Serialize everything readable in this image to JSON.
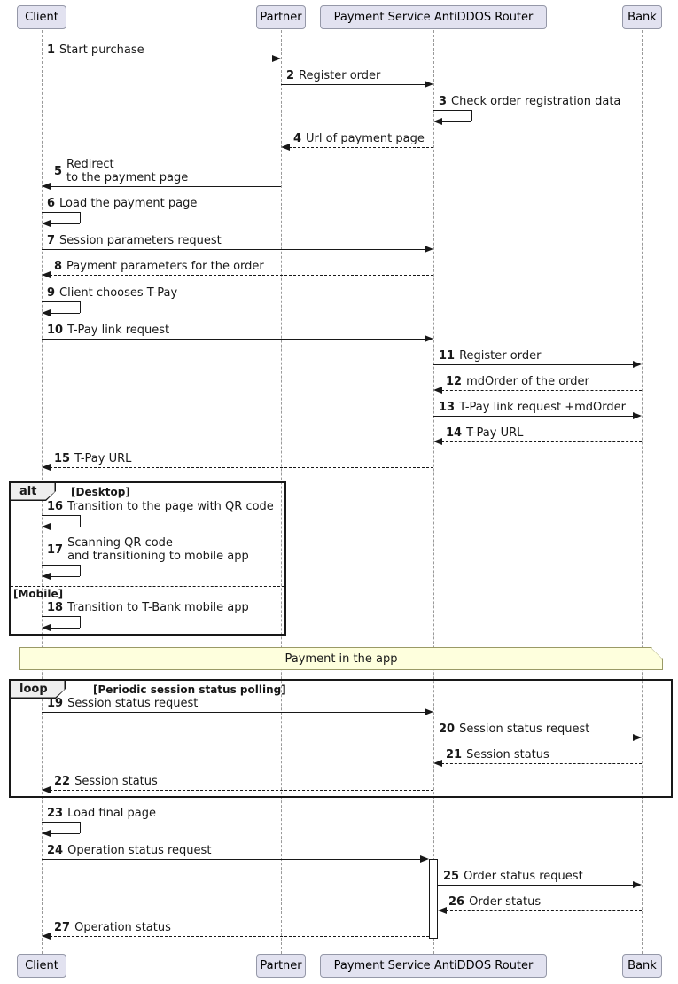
{
  "participants": [
    {
      "label": "Client"
    },
    {
      "label": "Partner"
    },
    {
      "label": "Payment Service AntiDDOS Router"
    },
    {
      "label": "Bank"
    }
  ],
  "frames": {
    "alt": {
      "keyword": "alt",
      "conditions": [
        "[Desktop]",
        "[Mobile]"
      ]
    },
    "loop": {
      "keyword": "loop",
      "condition": "[Periodic session status polling]"
    }
  },
  "note": {
    "text": "Payment in the app"
  },
  "colors": {
    "participant_fill": "#E2E2F0",
    "participant_border": "#9598A8",
    "note_fill": "#FEFFDD",
    "frame_border": "#181818",
    "frame_keyword_fill": "#EEEEEE",
    "lifeline": "#9A9A9A",
    "arrow": "#181818"
  },
  "messages": [
    {
      "num": "1",
      "text": "Start purchase",
      "from": "Client",
      "to": "Partner",
      "type": "solid"
    },
    {
      "num": "2",
      "text": "Register order",
      "from": "Partner",
      "to": "Payment Service AntiDDOS Router",
      "type": "solid"
    },
    {
      "num": "3",
      "text": "Check order registration data",
      "from": "Payment Service AntiDDOS Router",
      "to": "Payment Service AntiDDOS Router",
      "type": "self"
    },
    {
      "num": "4",
      "text": "Url of payment page",
      "from": "Payment Service AntiDDOS Router",
      "to": "Partner",
      "type": "return"
    },
    {
      "num": "5",
      "text": "Redirect\nto the payment page",
      "from": "Partner",
      "to": "Client",
      "type": "solid"
    },
    {
      "num": "6",
      "text": "Load the payment page",
      "from": "Client",
      "to": "Client",
      "type": "self"
    },
    {
      "num": "7",
      "text": "Session parameters request",
      "from": "Client",
      "to": "Payment Service AntiDDOS Router",
      "type": "solid"
    },
    {
      "num": "8",
      "text": "Payment parameters for the order",
      "from": "Payment Service AntiDDOS Router",
      "to": "Client",
      "type": "return"
    },
    {
      "num": "9",
      "text": "Client chooses T-Pay",
      "from": "Client",
      "to": "Client",
      "type": "self"
    },
    {
      "num": "10",
      "text": "T-Pay link request",
      "from": "Client",
      "to": "Payment Service AntiDDOS Router",
      "type": "solid"
    },
    {
      "num": "11",
      "text": "Register order",
      "from": "Payment Service AntiDDOS Router",
      "to": "Bank",
      "type": "solid"
    },
    {
      "num": "12",
      "text": "mdOrder of the order",
      "from": "Bank",
      "to": "Payment Service AntiDDOS Router",
      "type": "return"
    },
    {
      "num": "13",
      "text": "T-Pay link request +mdOrder",
      "from": "Payment Service AntiDDOS Router",
      "to": "Bank",
      "type": "solid"
    },
    {
      "num": "14",
      "text": "T-Pay URL",
      "from": "Bank",
      "to": "Payment Service AntiDDOS Router",
      "type": "return"
    },
    {
      "num": "15",
      "text": "T-Pay URL",
      "from": "Payment Service AntiDDOS Router",
      "to": "Client",
      "type": "return"
    },
    {
      "num": "16",
      "text": "Transition to the page with QR code",
      "from": "Client",
      "to": "Client",
      "type": "self"
    },
    {
      "num": "17",
      "text": "Scanning QR code\nand transitioning to mobile app",
      "from": "Client",
      "to": "Client",
      "type": "self"
    },
    {
      "num": "18",
      "text": "Transition to T-Bank mobile app",
      "from": "Client",
      "to": "Client",
      "type": "self"
    },
    {
      "num": "19",
      "text": "Session status request",
      "from": "Client",
      "to": "Payment Service AntiDDOS Router",
      "type": "solid"
    },
    {
      "num": "20",
      "text": "Session status request",
      "from": "Payment Service AntiDDOS Router",
      "to": "Bank",
      "type": "solid"
    },
    {
      "num": "21",
      "text": "Session status",
      "from": "Bank",
      "to": "Payment Service AntiDDOS Router",
      "type": "return"
    },
    {
      "num": "22",
      "text": "Session status",
      "from": "Payment Service AntiDDOS Router",
      "to": "Client",
      "type": "return"
    },
    {
      "num": "23",
      "text": "Load final page",
      "from": "Client",
      "to": "Client",
      "type": "self"
    },
    {
      "num": "24",
      "text": "Operation status request",
      "from": "Client",
      "to": "Payment Service AntiDDOS Router",
      "type": "solid"
    },
    {
      "num": "25",
      "text": "Order status request",
      "from": "Payment Service AntiDDOS Router",
      "to": "Bank",
      "type": "solid"
    },
    {
      "num": "26",
      "text": "Order status",
      "from": "Bank",
      "to": "Payment Service AntiDDOS Router",
      "type": "return"
    },
    {
      "num": "27",
      "text": "Operation status",
      "from": "Payment Service AntiDDOS Router",
      "to": "Client",
      "type": "return"
    }
  ]
}
